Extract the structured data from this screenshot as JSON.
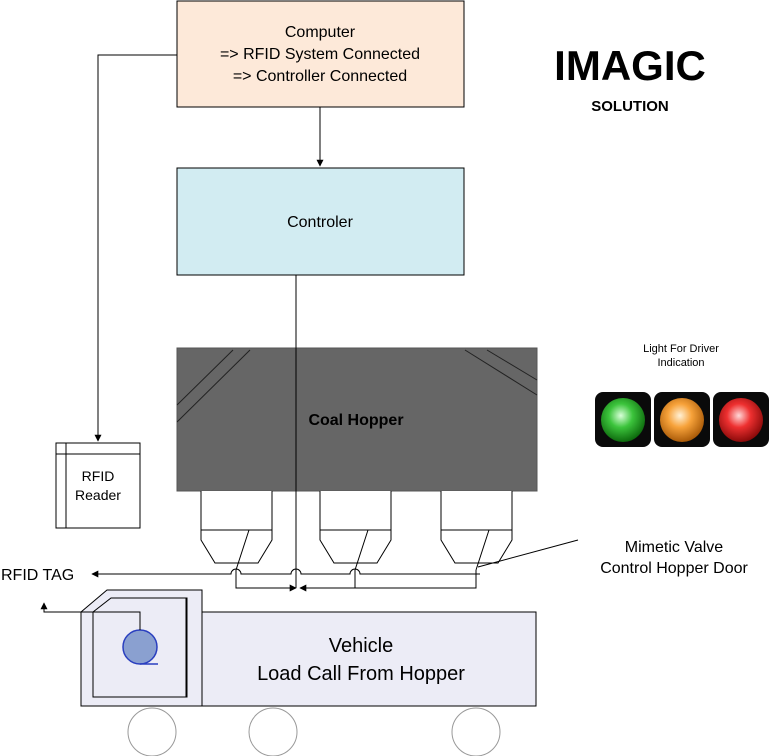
{
  "brand": {
    "title": "IMAGIC",
    "subtitle": "SOLUTION"
  },
  "computer": {
    "line1": "Computer",
    "line2": "=> RFID System Connected",
    "line3": "=> Controller Connected"
  },
  "controller": {
    "label": "Controler"
  },
  "hopper": {
    "label": "Coal Hopper"
  },
  "rfid_reader": {
    "line1": "RFID",
    "line2": "Reader"
  },
  "rfid_tag": {
    "label": "RFID TAG"
  },
  "valve": {
    "line1": "Mimetic Valve",
    "line2": "Control Hopper Door"
  },
  "vehicle": {
    "line1": "Vehicle",
    "line2": "Load Call From Hopper"
  },
  "lights": {
    "caption1": "Light For Driver",
    "caption2": "Indication",
    "items": [
      {
        "name": "green",
        "color": "#1ea31e"
      },
      {
        "name": "orange",
        "color": "#f5941d"
      },
      {
        "name": "red",
        "color": "#e31b1b"
      }
    ]
  },
  "colors": {
    "computer_fill": "#fde9d9",
    "controller_fill": "#d2ecf2",
    "hopper_fill": "#666666",
    "vehicle_wheel": "#8aa0d0"
  }
}
